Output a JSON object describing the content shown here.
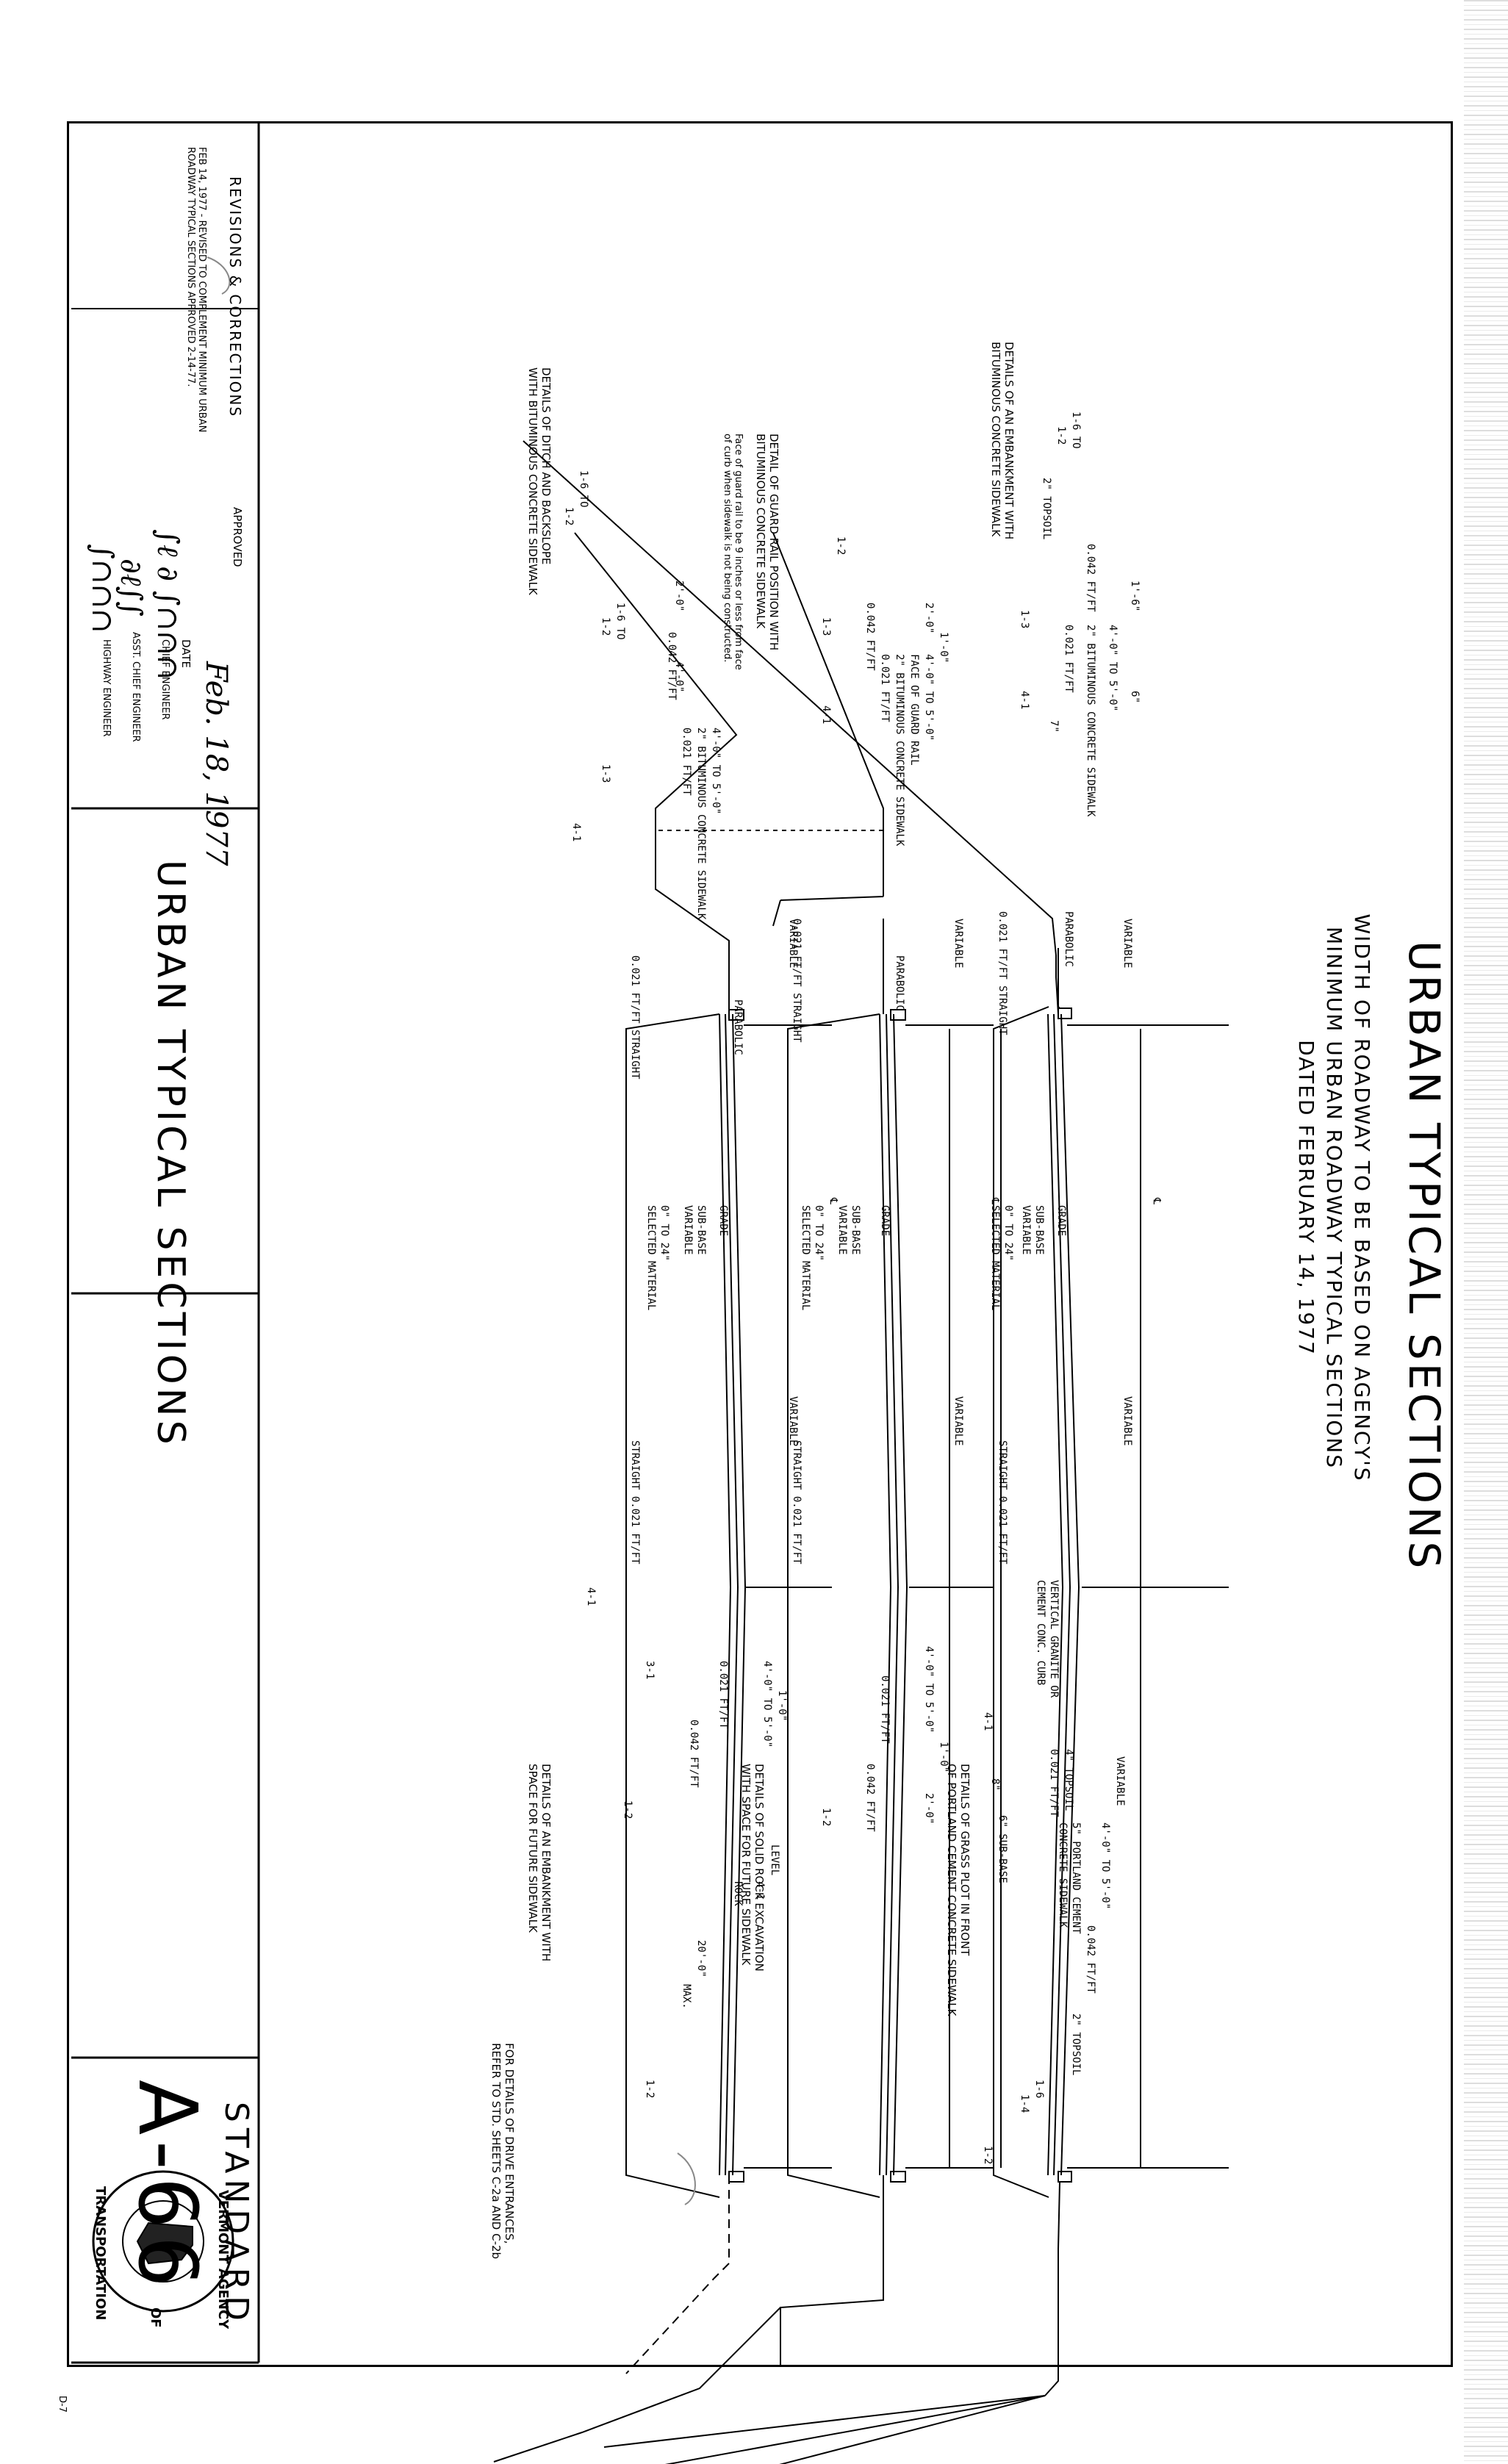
{
  "title": "URBAN TYPICAL SECTIONS",
  "subtitle_lines": [
    "WIDTH OF ROADWAY TO BE BASED ON AGENCY'S",
    "MINIMUM URBAN ROADWAY TYPICAL SECTIONS",
    "DATED FEBRUARY 14, 1977"
  ],
  "sections": [
    {
      "caption": [
        "DETAILS OF AN EMBANKMENT WITH",
        "BITUMINOUS CONCRETE SIDEWALK"
      ],
      "left_labels": {
        "slope_outer": "1-6 TO",
        "slope_outer2": "1-2",
        "topsoil": "2\" TOPSOIL",
        "crossfall": "0.042 FT/FT",
        "width": "4'-0\" TO 5'-0\"",
        "walk": "2\" BITUMINOUS CONCRETE SIDEWALK",
        "walk_slope": "0.021 FT/FT",
        "inner_slope": "1-3",
        "dim6": "6\"",
        "dim7": "7\"",
        "dim18": "1'-6\"",
        "sub_slope": "4-1"
      },
      "center_labels": {
        "variable_top": "VARIABLE",
        "parabolic": "PARABOLIC",
        "straight_left": "0.021 FT/FT STRAIGHT",
        "grade": "GRADE",
        "subbase": "SUB-BASE",
        "subbase2": "VARIABLE",
        "selected": "0\" TO 24\"",
        "selected2": "SELECTED MATERIAL",
        "straight_right": "STRAIGHT  0.021 FT/FT",
        "variable_right": "VARIABLE",
        "curb": "VERTICAL GRANITE OR",
        "curb2": "CEMENT CONC. CURB",
        "cl": "℄"
      },
      "right_labels": {
        "variable": "VARIABLE",
        "topsoil": "4\" TOPSOIL",
        "plot_slope": "0.021 FT/FT",
        "walk": "5\" PORTLAND CEMENT",
        "walk2": "CONCRETE SIDEWALK",
        "width": "4'-0\" TO 5'-0\"",
        "subbase": "6\" SUB-BASE",
        "dim8": "8\"",
        "cross": "0.042 FT/FT",
        "topsoil2": "2\" TOPSOIL",
        "s16": "1-6",
        "s14": "1-4",
        "s12": "1-2",
        "sub_slope": "4-1"
      },
      "right_caption": [
        "DETAILS OF GRASS PLOT IN FRONT",
        "OF PORTLAND CEMENT CONCRETE SIDEWALK"
      ]
    },
    {
      "caption": [
        "DETAIL OF GUARD RAIL POSITION WITH",
        "BITUMINOUS CONCRETE SIDEWALK"
      ],
      "note": [
        "Face of guard rail to be 9 inches or less from face",
        "of curb when sidewalk is not being constructed."
      ],
      "left_labels": {
        "face": "FACE OF GUARD RAIL",
        "width": "4'-0\" TO 5'-0\"",
        "walk": "2\" BITUMINOUS CONCRETE SIDEWALK",
        "walk_slope": "0.021 FT/FT",
        "cross": "0.042 FT/FT",
        "dim2": "2'-0\"",
        "dim1": "1'-0\"",
        "s12": "1-2",
        "s13": "1-3",
        "sub_slope": "4-1"
      },
      "center_labels": {
        "variable_top": "VARIABLE",
        "parabolic": "PARABOLIC",
        "straight_left": "0.021 FT/FT STRAIGHT",
        "grade": "GRADE",
        "subbase": "SUB-BASE",
        "subbase2": "VARIABLE",
        "selected": "0\" TO 24\"",
        "selected2": "SELECTED MATERIAL",
        "straight_right": "STRAIGHT  0.021 FT/FT",
        "variable_right": "VARIABLE",
        "cl": "℄"
      },
      "right_labels": {
        "width": "4'-0\" TO 5'-0\"",
        "walk_slope": "0.021 FT/FT",
        "cross": "0.042 FT/FT",
        "dim2": "2'-0\"",
        "dim1": "1'-0\"",
        "level": "LEVEL",
        "rock": "ROCK",
        "s12": "1-2",
        "s41": "4-1",
        "dim20": "20'-0\"",
        "max": "MAX.",
        "s12b": "1-2"
      },
      "right_caption": [
        "DETAILS OF SOLID ROCK EXCAVATION",
        "WITH SPACE FOR FUTURE SIDEWALK"
      ]
    },
    {
      "caption": [
        "DETAILS OF DITCH AND BACKSLOPE",
        "WITH BITUMINOUS CONCRETE SIDEWALK"
      ],
      "left_labels": {
        "s16": "1-6 TO",
        "s12": "1-2",
        "cross": "0.042 FT/FT",
        "ditch": "1-6 TO",
        "ditch2": "1-2",
        "width": "4'-0\" TO 5'-0\"",
        "walk": "2\" BITUMINOUS CONCRETE SIDEWALK",
        "walk_slope": "0.021 FT/FT",
        "dim2": "2'-0\"",
        "dim4": "4'-0\"",
        "s13": "1-3",
        "sub_slope": "4-1"
      },
      "center_labels": {
        "variable_top": "VARIABLE",
        "parabolic": "PARABOLIC",
        "straight_left": "0.021 FT/FT   STRAIGHT",
        "grade": "GRADE",
        "subbase": "SUB-BASE",
        "subbase2": "VARIABLE",
        "selected": "0\" TO 24\"",
        "selected2": "SELECTED MATERIAL",
        "straight_right": "STRAIGHT  0.021 FT/FT",
        "variable_right": "VARIABLE",
        "cl": "℄"
      },
      "right_labels": {
        "width": "4'-0\" TO 5'-0\"",
        "walk_slope": "0.021 FT/FT",
        "cross": "0.042 FT/FT",
        "dim1": "1'-0\"",
        "s31": "3-1",
        "s12": "1-2",
        "sub_slope": "4-1"
      },
      "right_caption": [
        "DETAILS OF AN EMBANKMENT WITH",
        "SPACE FOR FUTURE SIDEWALK"
      ]
    }
  ],
  "drive_note": [
    "FOR DETAILS OF DRIVE ENTRANCES,",
    "REFER TO STD. SHEETS C-2a AND C-2b"
  ],
  "title_block": {
    "revisions_heading": "REVISIONS  &  CORRECTIONS",
    "revision_lines": [
      "FEB 14, 1977 - REVISED TO COMPLEMENT MINIMUM URBAN",
      "ROADWAY TYPICAL SECTIONS APPROVED 2-14-77."
    ],
    "approved": "APPROVED",
    "date_label": "DATE",
    "date_value": "Feb. 18, 1977",
    "chief_engineer": "CHIEF ENGINEER",
    "asst_chief": "ASST. CHIEF ENGINEER",
    "highway_engineer": "HIGHWAY ENGINEER",
    "sheet_title": "URBAN TYPICAL SECTIONS",
    "agency_top": "VERMONT AGENCY",
    "agency_of": "OF",
    "agency_bottom": "TRANSPORTATION",
    "standard_label": "STANDARD",
    "standard_number": "A-66",
    "corner_code": "D-7"
  }
}
